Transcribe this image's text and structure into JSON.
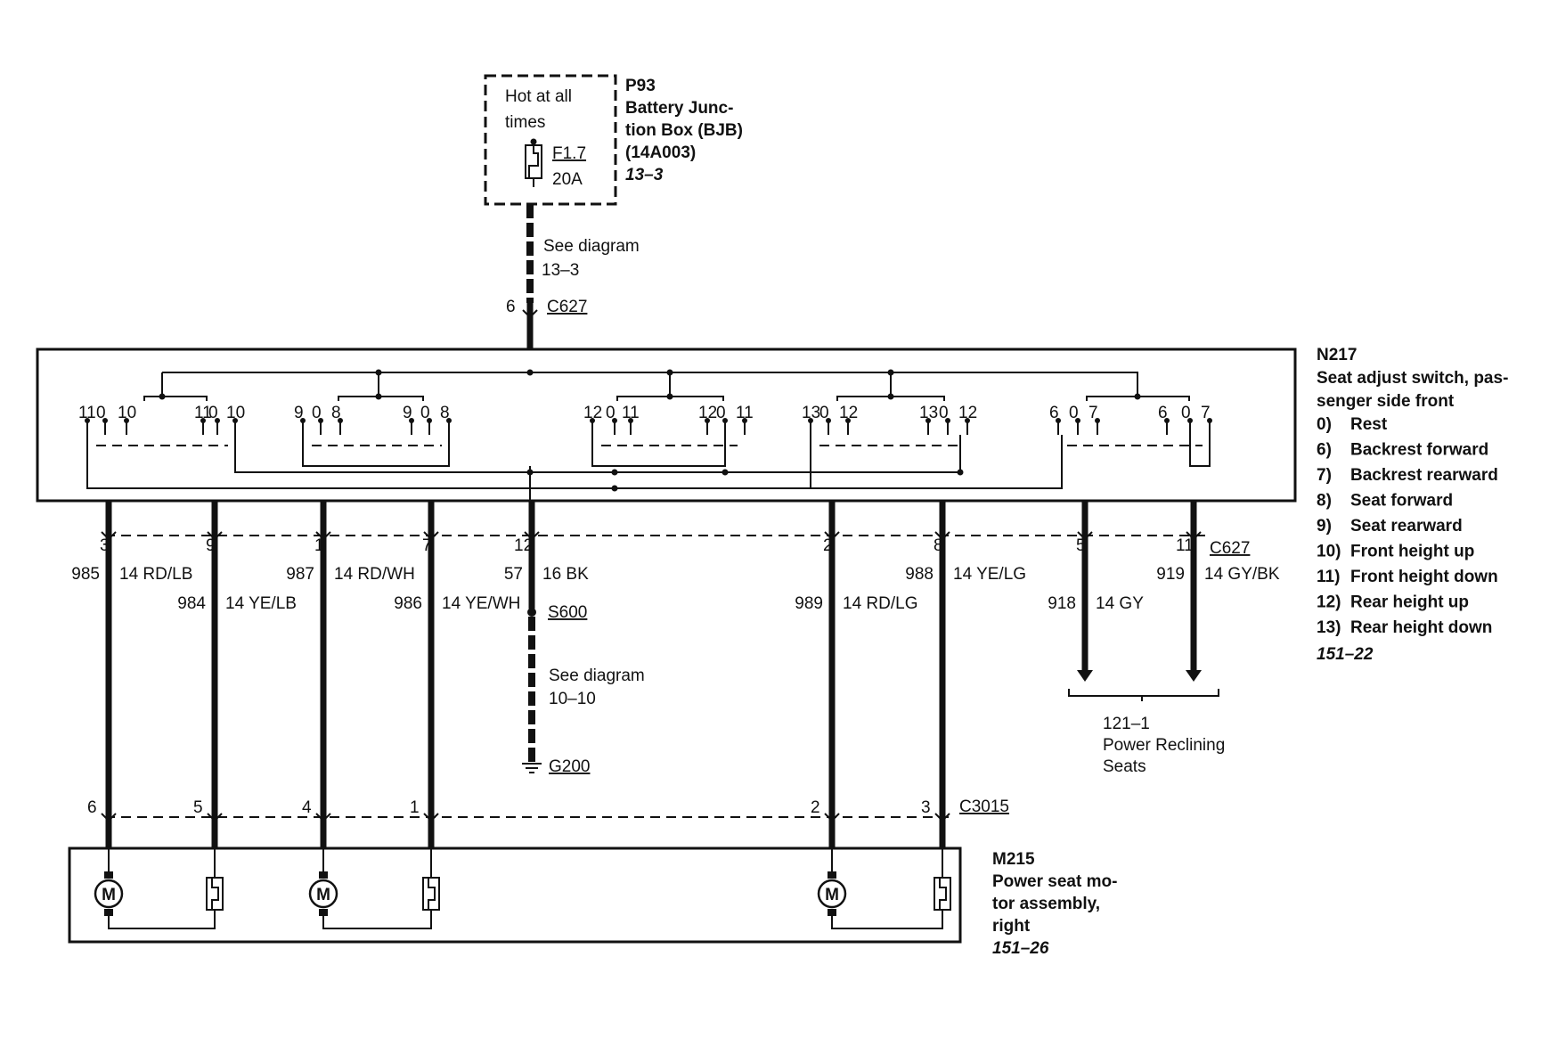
{
  "p93": {
    "hot_text_1": "Hot at all",
    "hot_text_2": "times",
    "fuse_id": "F1.7",
    "fuse_rating": "20A",
    "id": "P93",
    "name_1": "Battery Junc-",
    "name_2": "tion Box (BJB)",
    "name_3": "(14A003)",
    "ref": "13–3"
  },
  "feed": {
    "see_1": "See diagram",
    "see_2": "13–3",
    "pin": "6",
    "connector": "C627"
  },
  "n217": {
    "id": "N217",
    "name_1": "Seat adjust switch, pas-",
    "name_2": "senger side front",
    "legend": [
      {
        "code": "0)",
        "text": "Rest"
      },
      {
        "code": "6)",
        "text": "Backrest forward"
      },
      {
        "code": "7)",
        "text": "Backrest rearward"
      },
      {
        "code": "8)",
        "text": "Seat forward"
      },
      {
        "code": "9)",
        "text": "Seat rearward"
      },
      {
        "code": "10)",
        "text": "Front height up"
      },
      {
        "code": "11)",
        "text": "Front height down"
      },
      {
        "code": "12)",
        "text": "Rear height up"
      },
      {
        "code": "13)",
        "text": "Rear height down"
      }
    ],
    "ref": "151–22",
    "contact_labels": [
      "11",
      "0",
      "10",
      "11",
      "0",
      "10",
      "9",
      "0",
      "8",
      "9",
      "0",
      "8",
      "12",
      "0",
      "11",
      "12",
      "0",
      "11",
      "13",
      "0",
      "12",
      "13",
      "0",
      "12",
      "6",
      "0",
      "7",
      "6",
      "0",
      "7"
    ]
  },
  "wires": [
    {
      "pin": "3",
      "circuit": "985",
      "color": "14 RD/LB",
      "bottom_pin": "6"
    },
    {
      "pin": "9",
      "circuit": "984",
      "color": "14 YE/LB",
      "bottom_pin": "5"
    },
    {
      "pin": "1",
      "circuit": "987",
      "color": "14 RD/WH",
      "bottom_pin": "4"
    },
    {
      "pin": "7",
      "circuit": "986",
      "color": "14 YE/WH",
      "bottom_pin": "1"
    },
    {
      "pin": "12",
      "circuit": "57",
      "color": "16 BK"
    },
    {
      "pin": "2",
      "circuit": "989",
      "color": "14 RD/LG",
      "bottom_pin": "2"
    },
    {
      "pin": "8",
      "circuit": "988",
      "color": "14 YE/LG",
      "bottom_pin": "3"
    },
    {
      "pin": "5",
      "circuit": "918",
      "color": "14 GY"
    },
    {
      "pin": "11",
      "circuit": "919",
      "color": "14 GY/BK"
    }
  ],
  "c627_bottom": "C627",
  "ground": {
    "splice": "S600",
    "see_1": "See diagram",
    "see_2": "10–10",
    "ground_id": "G200"
  },
  "reclining": {
    "ref": "121–1",
    "text_1": "Power Reclining",
    "text_2": "Seats"
  },
  "c3015": "C3015",
  "m215": {
    "id": "M215",
    "name_1": "Power seat mo-",
    "name_2": "tor assembly,",
    "name_3": "right",
    "ref": "151–26",
    "motor_symbol": "M"
  }
}
